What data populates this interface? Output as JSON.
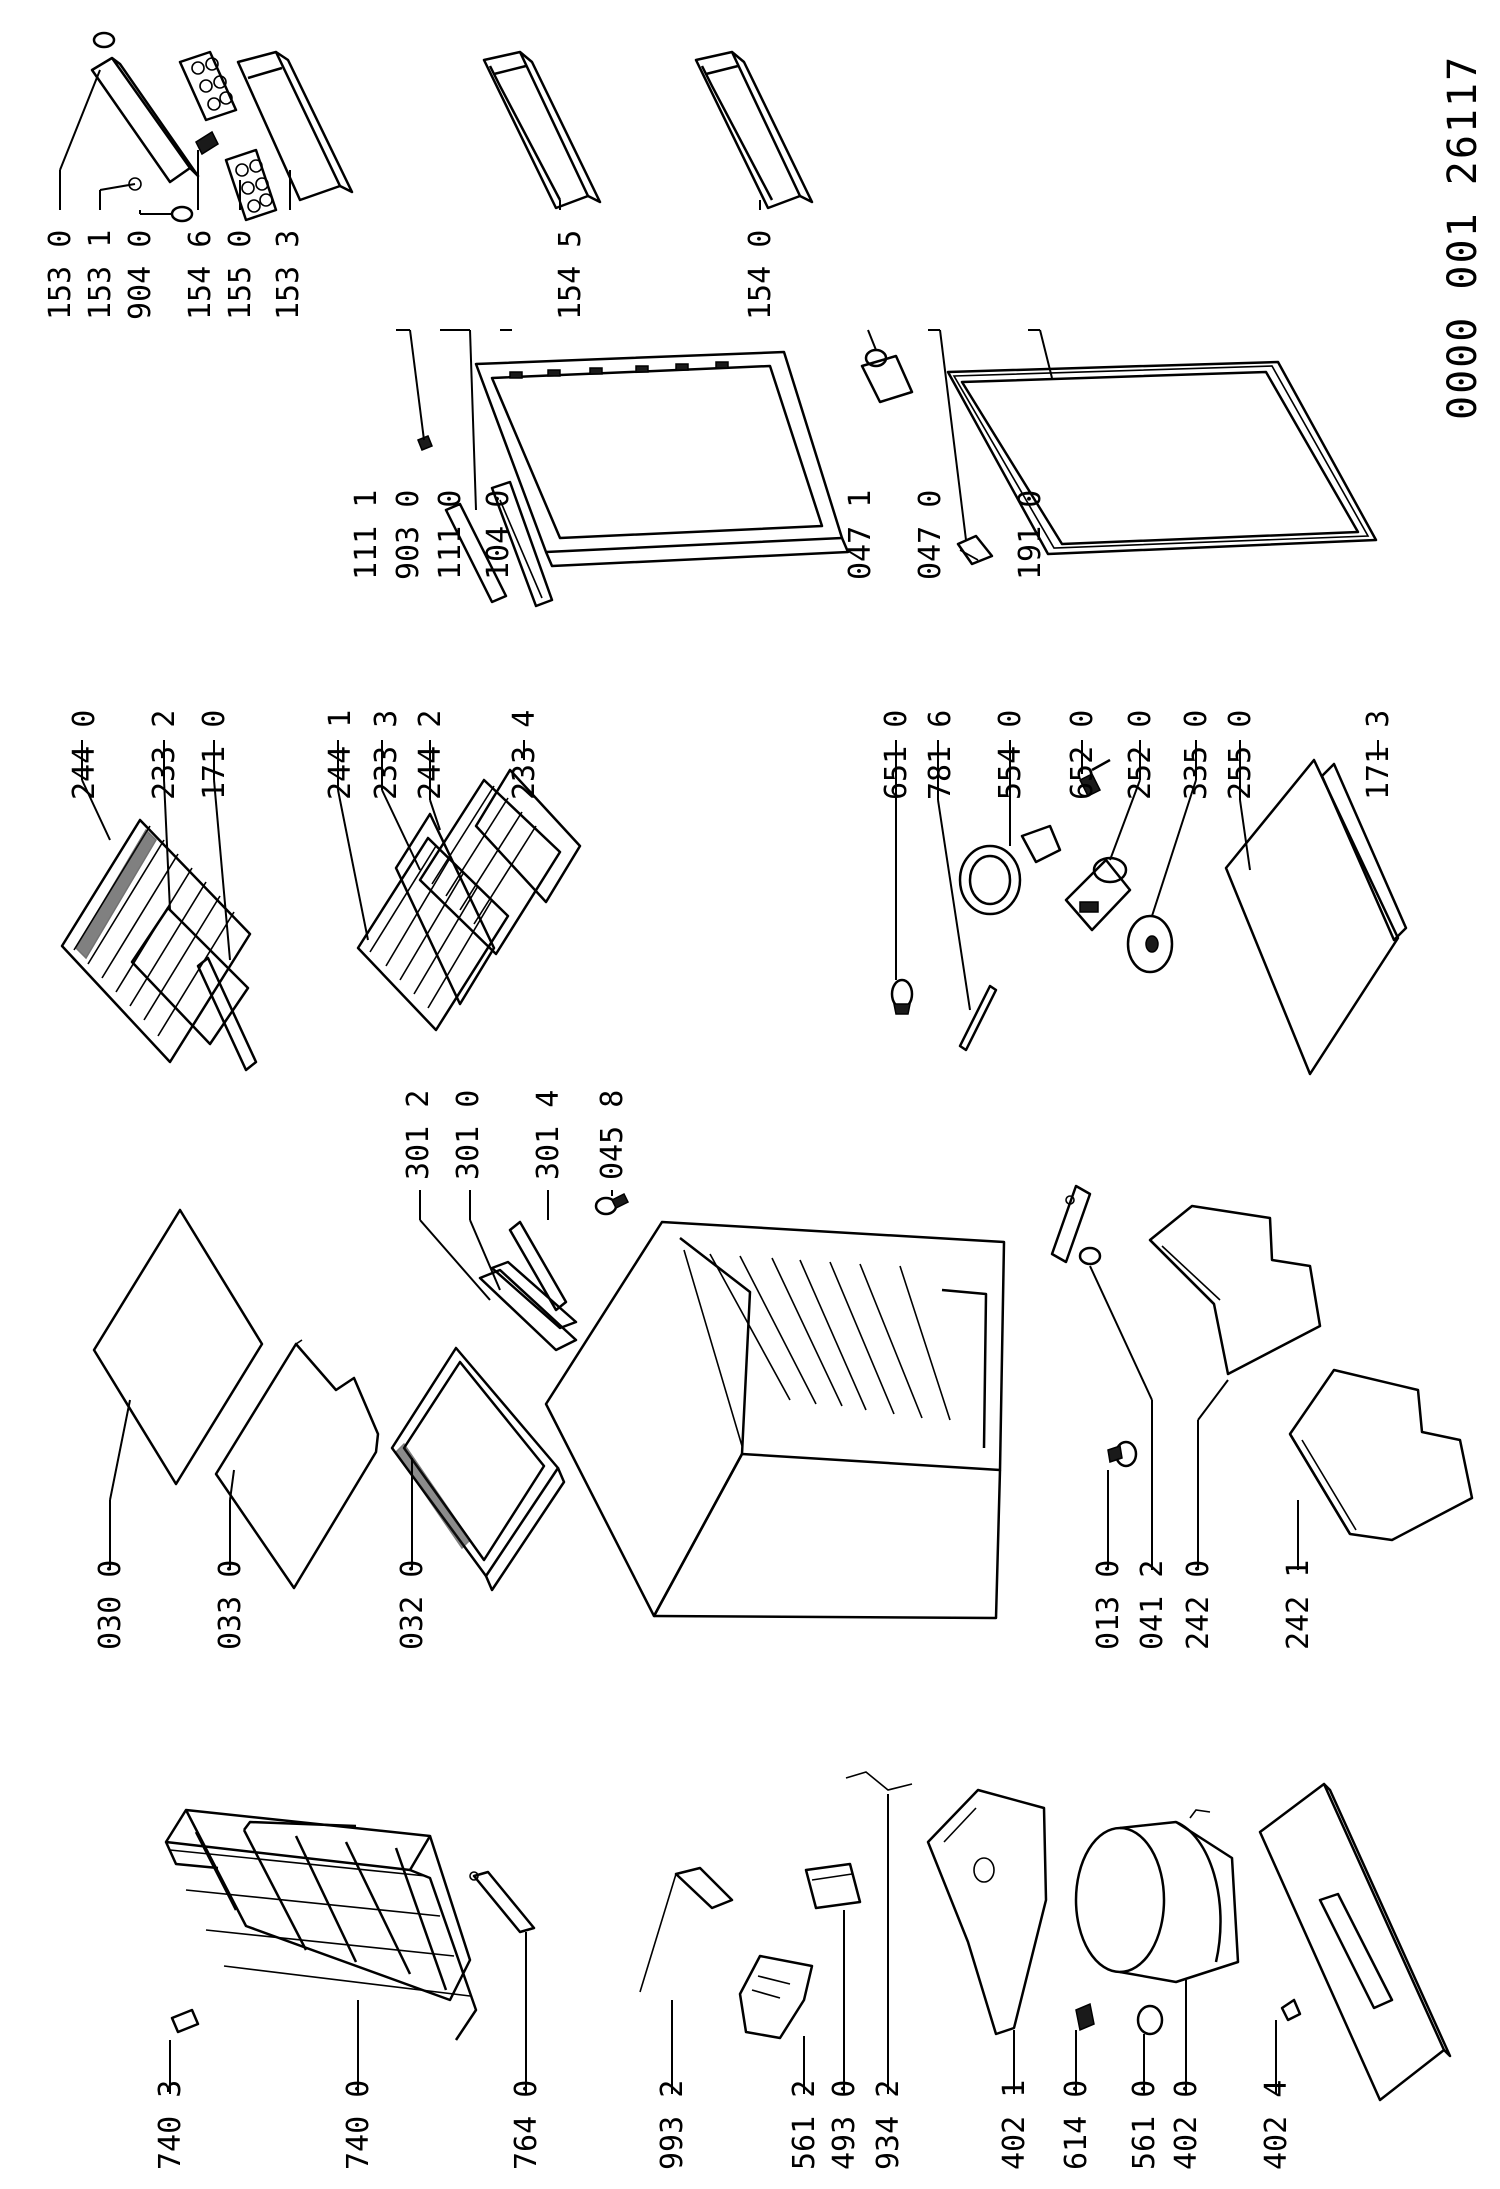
{
  "document_id": "0000 001 26117",
  "labels": [
    {
      "text": "153 0"
    },
    {
      "text": "153 1"
    },
    {
      "text": "904 0"
    },
    {
      "text": "154 6"
    },
    {
      "text": "155 0"
    },
    {
      "text": "153 3"
    },
    {
      "text": "111 1"
    },
    {
      "text": "903 0"
    },
    {
      "text": "111 0"
    },
    {
      "text": "104 0"
    },
    {
      "text": "154 5"
    },
    {
      "text": "154 0"
    },
    {
      "text": "047 1"
    },
    {
      "text": "047 0"
    },
    {
      "text": "191 0"
    },
    {
      "text": "244 0"
    },
    {
      "text": "233 2"
    },
    {
      "text": "171 0"
    },
    {
      "text": "244 1"
    },
    {
      "text": "233 3"
    },
    {
      "text": "244 2"
    },
    {
      "text": "233 4"
    },
    {
      "text": "651 0"
    },
    {
      "text": "781 6"
    },
    {
      "text": "554 0"
    },
    {
      "text": "652 0"
    },
    {
      "text": "252 0"
    },
    {
      "text": "335 0"
    },
    {
      "text": "255 0"
    },
    {
      "text": "171 3"
    },
    {
      "text": "301 2"
    },
    {
      "text": "301 0"
    },
    {
      "text": "301 4"
    },
    {
      "text": "045 8"
    },
    {
      "text": "030 0"
    },
    {
      "text": "033 0"
    },
    {
      "text": "032 0"
    },
    {
      "text": "013 0"
    },
    {
      "text": "041 2"
    },
    {
      "text": "242 0"
    },
    {
      "text": "242 1"
    },
    {
      "text": "740 3"
    },
    {
      "text": "740 0"
    },
    {
      "text": "764 0"
    },
    {
      "text": "993 2"
    },
    {
      "text": "561 2"
    },
    {
      "text": "493 0"
    },
    {
      "text": "934 2"
    },
    {
      "text": "402 1"
    },
    {
      "text": "614 0"
    },
    {
      "text": "561 0"
    },
    {
      "text": "402 0"
    },
    {
      "text": "402 4"
    }
  ],
  "icons": [
    "freezer-compartment-door",
    "egg-tray",
    "door-shelf",
    "door-panel",
    "door-gasket",
    "door-hinge",
    "glass-shelf",
    "wire-shelf",
    "lamp",
    "thermostat",
    "cabinet",
    "crisper-drawer",
    "condenser",
    "compressor",
    "relay",
    "capacitor",
    "back-panel"
  ]
}
